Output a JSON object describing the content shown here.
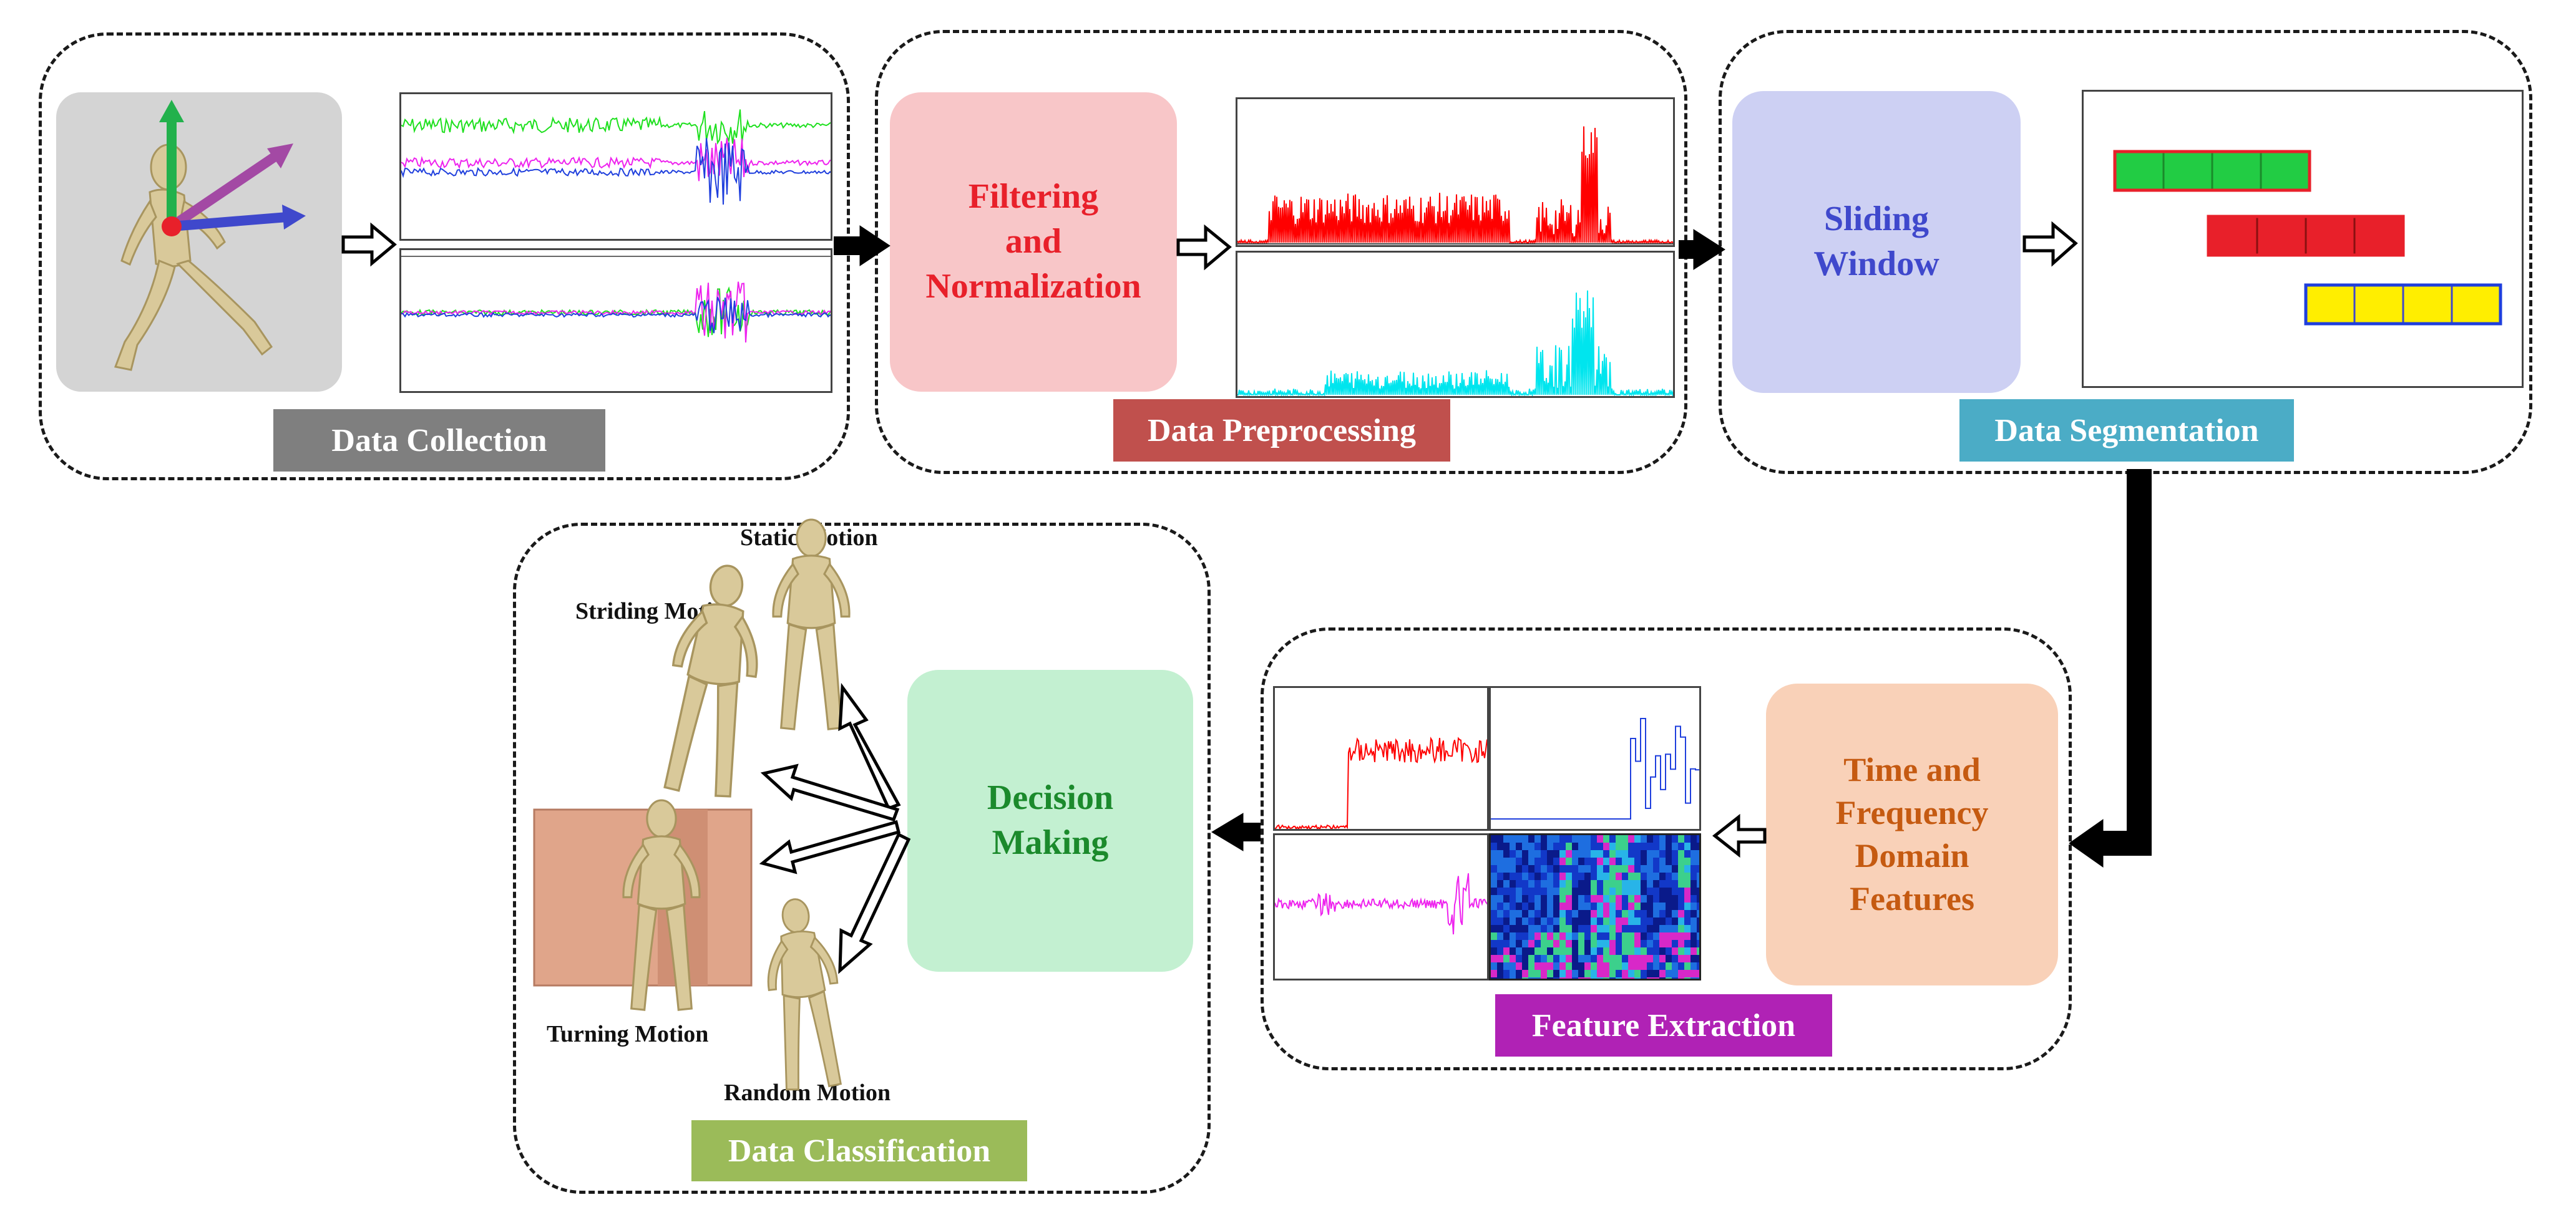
{
  "stages": {
    "collection": {
      "label": "Data Collection",
      "color": "#7f7f7f"
    },
    "preprocessing": {
      "label": "Data Preprocessing",
      "box_text": "Filtering\nand\nNormalization",
      "color": "#c0504d",
      "box_fill": "#f8c6c8",
      "text_color": "#e8202a"
    },
    "segmentation": {
      "label": "Data Segmentation",
      "box_text": "Sliding\nWindow",
      "color": "#4bacc6",
      "box_fill": "#cdd0f3",
      "text_color": "#3f48cc"
    },
    "extraction": {
      "label": "Feature Extraction",
      "box_text": "Time and\nFrequency\nDomain\nFeatures",
      "color": "#b022b5",
      "box_fill": "#f9d1b8",
      "text_color": "#c55a11"
    },
    "classification": {
      "label": "Data Classification",
      "box_text": "Decision\nMaking",
      "color": "#9bbb59",
      "box_fill": "#c3f0d1",
      "text_color": "#1b8a2c"
    }
  },
  "motions": {
    "static": "Static Motion",
    "striding": "Striding Motion",
    "turning": "Turning Motion",
    "random": "Random Motion"
  },
  "colors": {
    "window_green": "#22cc44",
    "window_red": "#e8202a",
    "window_yellow": "#ffee00",
    "signal_red": "#ff0000",
    "signal_cyan": "#00e5ee",
    "signal_green": "#1ee01e",
    "signal_magenta": "#ee22ee",
    "signal_blue": "#1f3fdd",
    "figure": "#d9c99a",
    "wall": "#e0a58a"
  },
  "icons": [
    "hollow-arrow-icon",
    "solid-arrow-icon",
    "axis-arrows-icon",
    "human-figure-icon"
  ]
}
